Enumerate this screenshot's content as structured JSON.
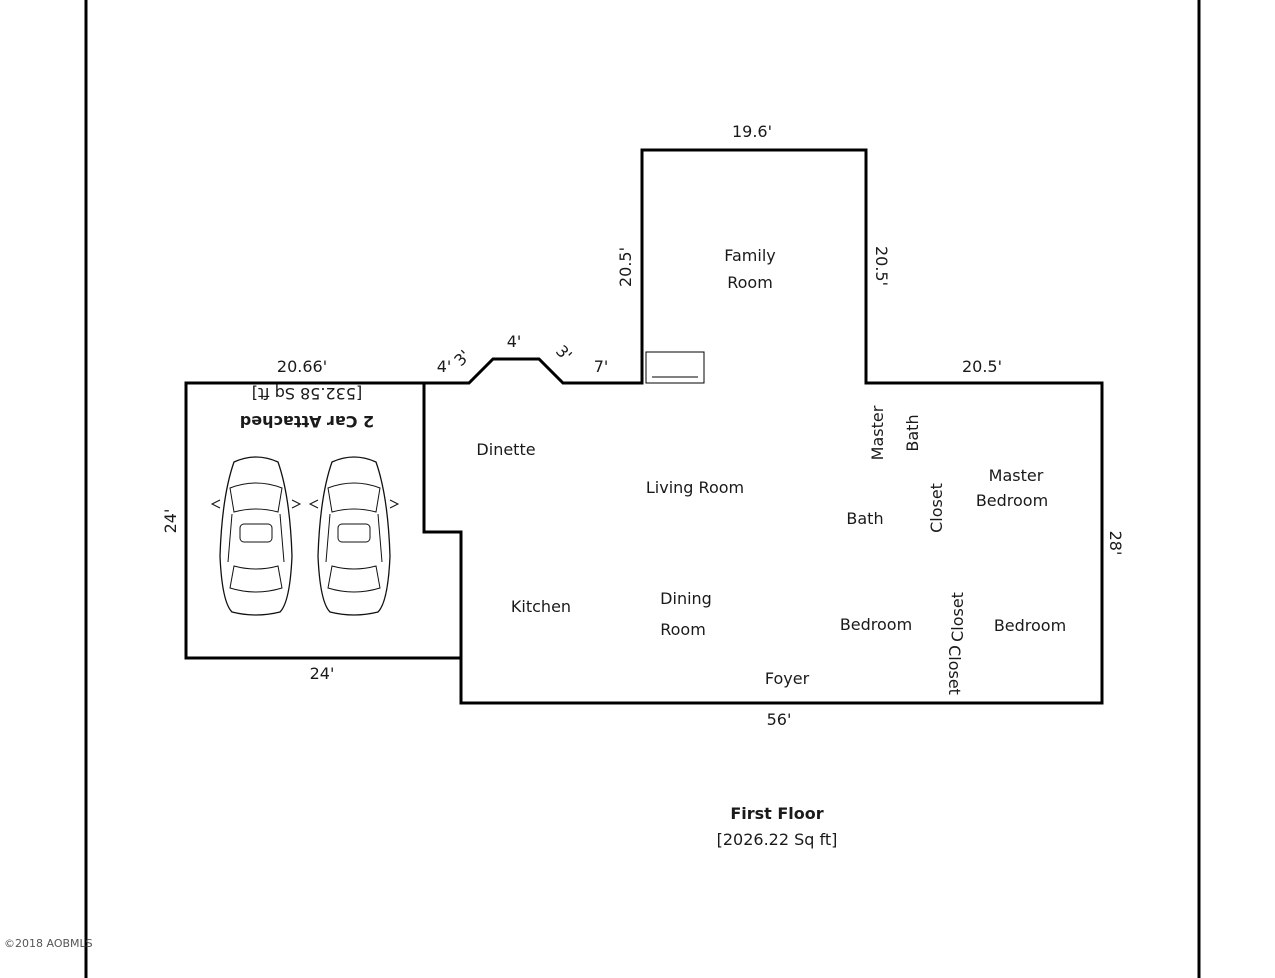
{
  "floor": {
    "title": "First Floor",
    "area": "[2026.22 Sq ft]"
  },
  "garage": {
    "title": "2 Car Attached",
    "area": "[532.58 Sq ft]"
  },
  "rooms": {
    "family_1": "Family",
    "family_2": "Room",
    "dinette": "Dinette",
    "living_room": "Living Room",
    "kitchen": "Kitchen",
    "dining_1": "Dining",
    "dining_2": "Room",
    "foyer": "Foyer",
    "master_bath_1": "Master",
    "master_bath_2": "Bath",
    "bath": "Bath",
    "closet_1": "Closet",
    "closet_2": "Closet",
    "closet_3": "Closet",
    "master_bedroom_1": "Master",
    "master_bedroom_2": "Bedroom",
    "bedroom_1": "Bedroom",
    "bedroom_2": "Bedroom"
  },
  "dimensions": {
    "family_top": "19.6'",
    "family_left": "20.5'",
    "family_right": "20.5'",
    "garage_top": "20.66'",
    "bay_4_left": "4'",
    "bay_3_left": "3'",
    "bay_4_top": "4'",
    "bay_3_right": "3'",
    "bay_7": "7'",
    "right_top": "20.5'",
    "garage_left": "24'",
    "garage_bottom": "24'",
    "right_side": "28'",
    "bottom": "56'"
  },
  "copyright": "©2018 AOBMLS"
}
